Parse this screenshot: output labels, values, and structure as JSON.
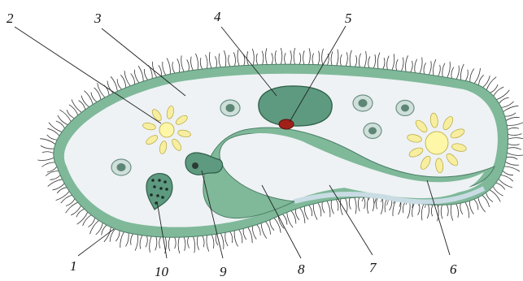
{
  "diagram": {
    "labels": [
      "1",
      "2",
      "3",
      "4",
      "5",
      "6",
      "7",
      "8",
      "9",
      "10"
    ]
  },
  "colors": {
    "pellicle": "#7fb99a",
    "cytoplasm": "#eef2f4",
    "nucleus": "#5d9a80",
    "micronucleus": "#a0211a",
    "vacuole_ray": "#f7eea0",
    "vacuole_center": "#fff7a8",
    "food_vacuole": "#cfe0da",
    "cilia": "#333333"
  },
  "icons": {
    "contractile_vacuole": "star-icon",
    "food_vacuole": "circle-icon"
  }
}
